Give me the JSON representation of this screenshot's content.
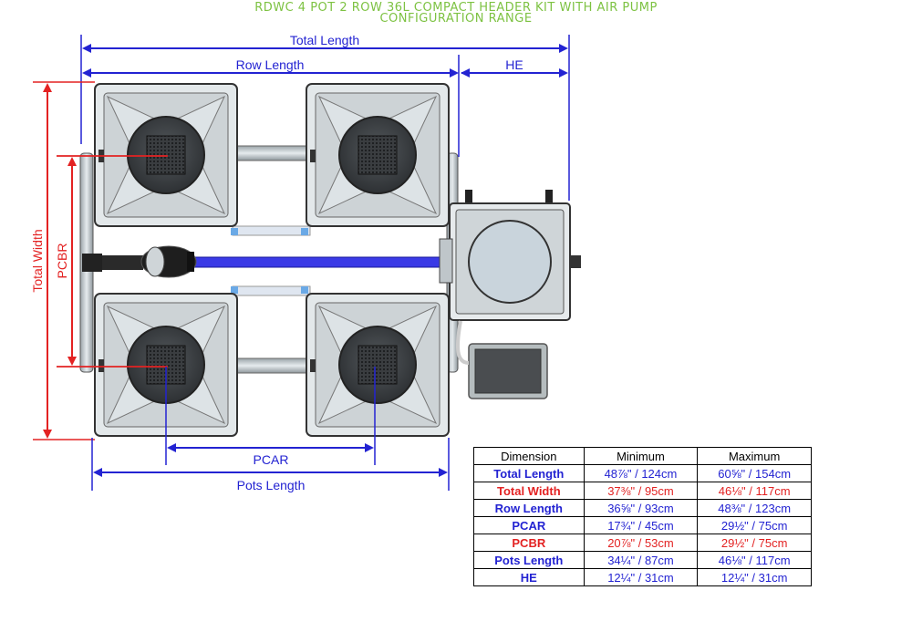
{
  "title": {
    "line1": "RDWC 4 POT 2 ROW 36L COMPACT HEADER KIT WITH AIR PUMP",
    "line2": "CONFIGURATION RANGE"
  },
  "labels": {
    "total_length": "Total Length",
    "row_length": "Row Length",
    "he": "HE",
    "total_width": "Total Width",
    "pcbr": "PCBR",
    "pcar": "PCAR",
    "pots_length": "Pots Length"
  },
  "colors": {
    "blue": "#2323d2",
    "red": "#e32222",
    "title_green": "#7dc242"
  },
  "table": {
    "headers": [
      "Dimension",
      "Minimum",
      "Maximum"
    ],
    "rows": [
      {
        "name": "Total Length",
        "min": "48⅞\" / 124cm",
        "max": "60⅝\" / 154cm",
        "color": "blue"
      },
      {
        "name": "Total Width",
        "min": "37⅜\" / 95cm",
        "max": "46⅛\" / 117cm",
        "color": "red"
      },
      {
        "name": "Row Length",
        "min": "36⅝\" / 93cm",
        "max": "48⅜\" / 123cm",
        "color": "blue"
      },
      {
        "name": "PCAR",
        "min": "17¾\" / 45cm",
        "max": "29½\" / 75cm",
        "color": "blue"
      },
      {
        "name": "PCBR",
        "min": "20⅞\" / 53cm",
        "max": "29½\" / 75cm",
        "color": "red"
      },
      {
        "name": "Pots Length",
        "min": "34¼\" / 87cm",
        "max": "46⅛\" / 117cm",
        "color": "blue"
      },
      {
        "name": "HE",
        "min": "12¼\" / 31cm",
        "max": "12¼\" / 31cm",
        "color": "blue"
      }
    ]
  }
}
